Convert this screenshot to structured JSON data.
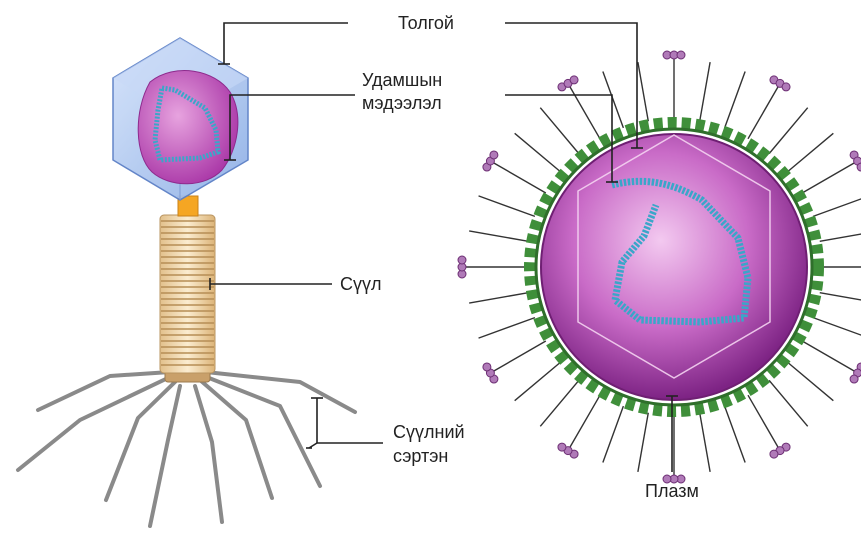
{
  "labels": {
    "head": "Толгой",
    "genetic_line1": "Удамшын",
    "genetic_line2": "мэдээлэл",
    "tail": "Сүүл",
    "tail_fibers_line1": "Сүүлний",
    "tail_fibers_line2": "сэртэн",
    "plasma": "Плазм"
  },
  "colors": {
    "capsid_fill": "#a9c4ee",
    "capsid_edge": "#5b7fc6",
    "dna_pink": "#c24fb8",
    "dna_blue": "#3aa6c9",
    "collar": "#f5a623",
    "tail_sheath": "#f3d9ad",
    "fiber": "#8a8a8a",
    "envelope": "#3f8f3a",
    "virion_purple": "#9b3aa0",
    "spike_head": "#b07ab8",
    "leader_line": "#222222"
  },
  "icons": {
    "left_virus": "bacteriophage-illustration",
    "right_virus": "enveloped-virus-illustration"
  }
}
